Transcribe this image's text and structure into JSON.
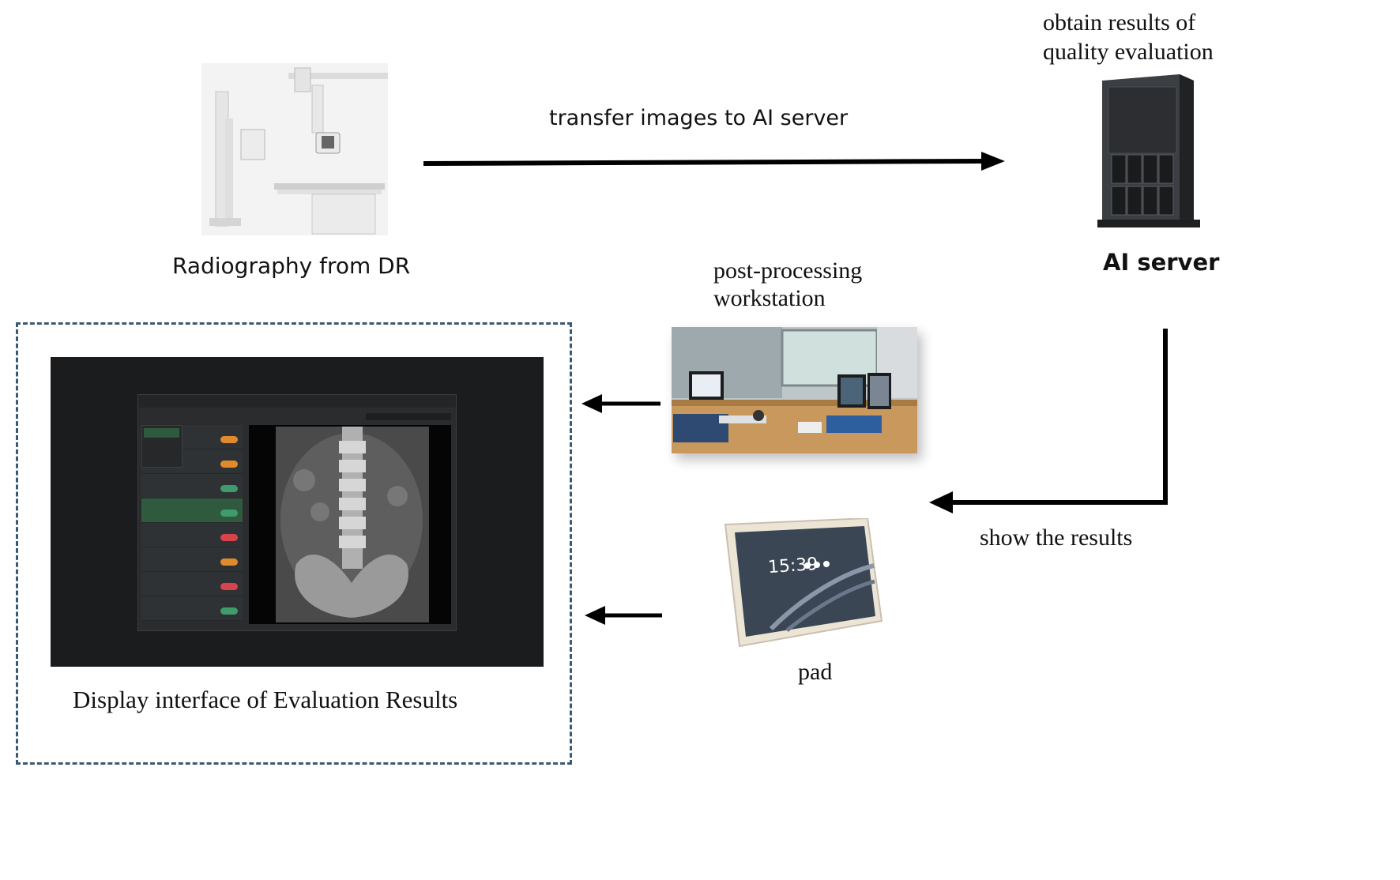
{
  "labels": {
    "dr_caption": "Radiography from DR",
    "transfer_arrow": "transfer images to AI server",
    "server_top_line1": "obtain results of",
    "server_top_line2": "quality evaluation",
    "server_caption": "AI server",
    "workstation_line1": "post-processing",
    "workstation_line2": "workstation",
    "show_results": "show the results",
    "pad_caption": "pad",
    "display_caption": "Display interface of Evaluation Results"
  },
  "pad_screen": {
    "clock": "15:39"
  },
  "icons": {
    "dr": "dr-radiography-machine-icon",
    "server": "tower-server-icon",
    "workstation": "workstation-photo-icon",
    "pad": "tablet-icon",
    "display": "display-interface-screenshot"
  },
  "colors": {
    "arrow": "#000000",
    "dashed_border": "#3b5a72",
    "screen_bg": "#1b1c1d",
    "badge_orange": "#e08a2c",
    "badge_green": "#3e9b6c",
    "badge_red": "#d8424a"
  }
}
